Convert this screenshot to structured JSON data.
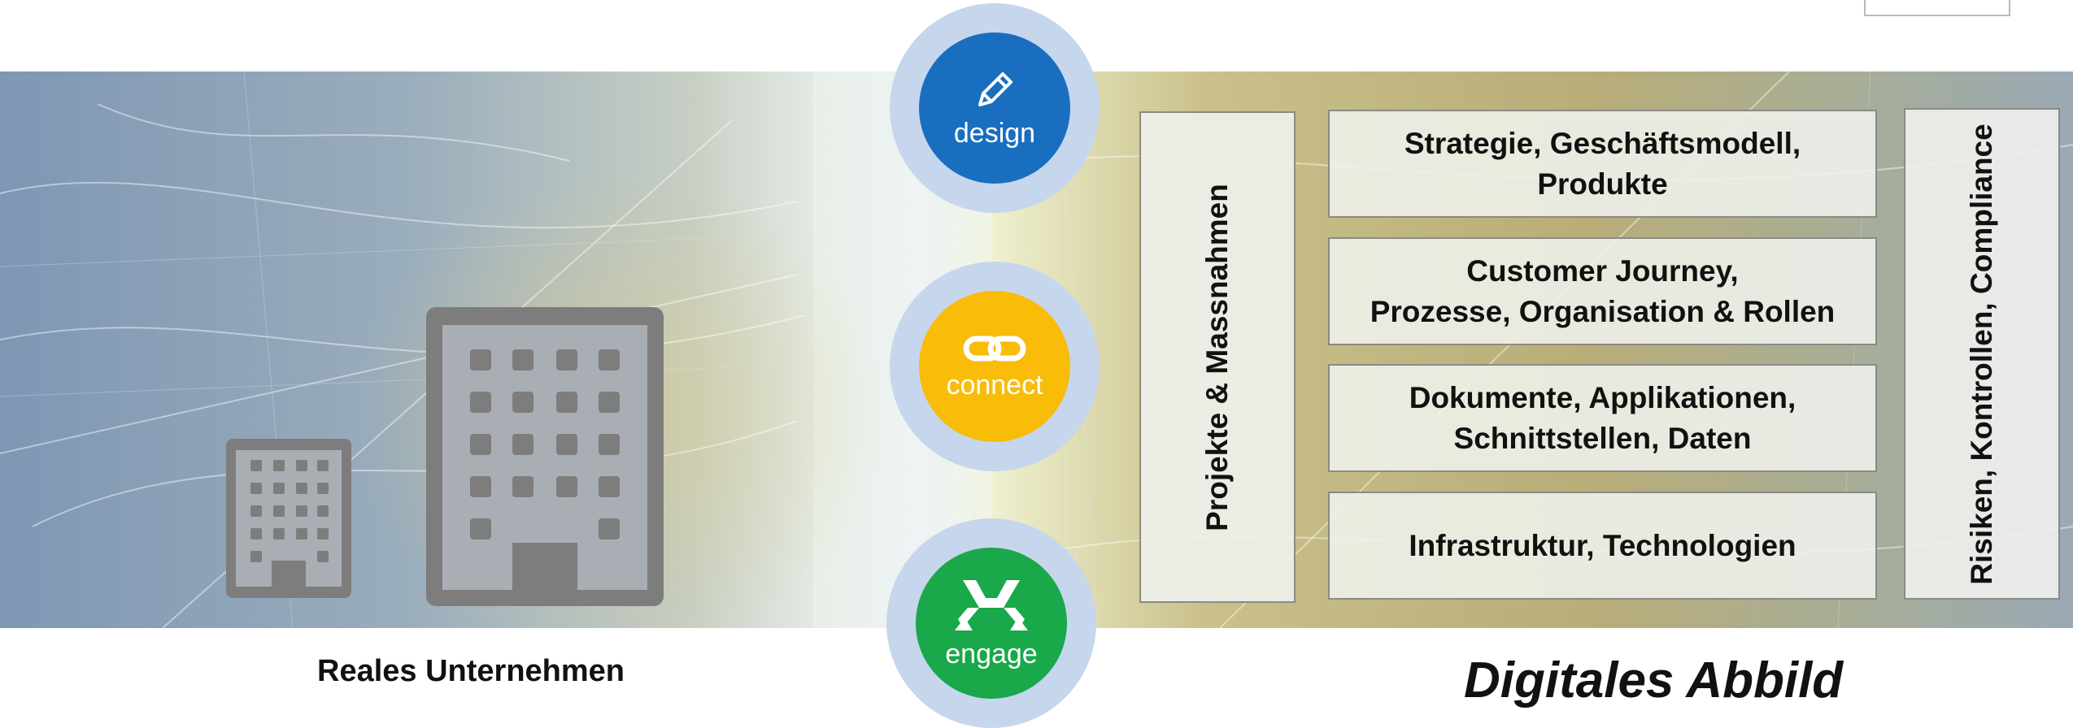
{
  "stages": [
    {
      "label": "design",
      "icon": "pencil-icon",
      "color": "#1a6ec0"
    },
    {
      "label": "connect",
      "icon": "link-icon",
      "color": "#f8bc09"
    },
    {
      "label": "engage",
      "icon": "merge-arrows-icon",
      "color": "#19a84a"
    }
  ],
  "left_caption": "Reales Unternehmen",
  "right_caption": "Digitales Abbild",
  "left_column_label": "Projekte & Massnahmen",
  "right_column_label": "Risiken, Kontrollen, Compliance",
  "layers": [
    {
      "line1": "Strategie, Geschäftsmodell,",
      "line2": "Produkte"
    },
    {
      "line1": "Customer Journey,",
      "line2": "Prozesse, Organisation & Rollen"
    },
    {
      "line1": "Dokumente, Applikationen,",
      "line2": "Schnittstellen, Daten"
    },
    {
      "line1": "Infrastruktur, Technologien",
      "line2": ""
    }
  ],
  "colors": {
    "building": "#7d7d7d"
  }
}
